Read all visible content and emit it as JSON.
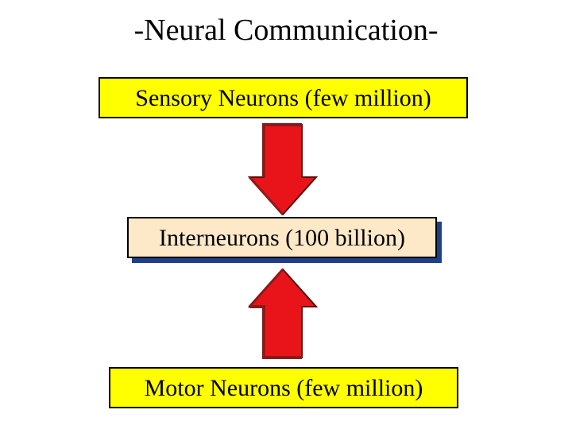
{
  "title": "-Neural Communication-",
  "boxes": {
    "sensory": "Sensory Neurons (few million)",
    "inter": "Interneurons (100 billion)",
    "motor": "Motor Neurons (few million)"
  },
  "colors": {
    "yellow_box": "#ffff00",
    "inter_box": "#fde9c8",
    "inter_shadow": "#1f3f8a",
    "arrow_fill": "#e8141a",
    "arrow_shade": "#8a1a1a"
  }
}
